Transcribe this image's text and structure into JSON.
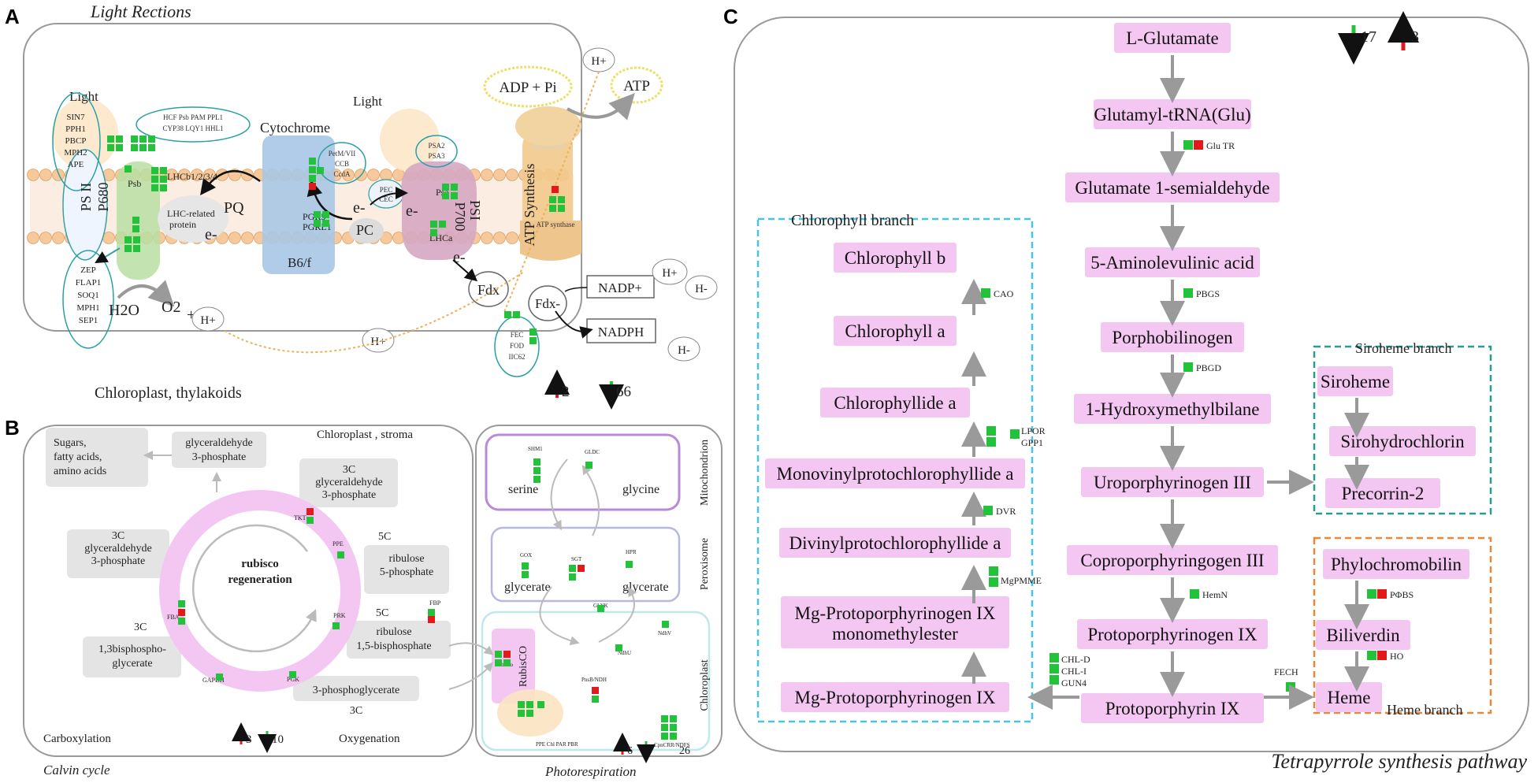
{
  "panel_labels": {
    "a": "A",
    "b": "B",
    "c": "C"
  },
  "panelA": {
    "title": "Light Rections",
    "footer": "Chloroplast, thylakoids",
    "up_count": "2",
    "down_count": "66",
    "labels": {
      "light1": "Light",
      "light2": "Light",
      "psii_genes": [
        "SIN7",
        "PPH1",
        "PBCP",
        "MPH2",
        "APE"
      ],
      "hcf_genes": [
        "HCF Psb PAM PPL1",
        "CYP38 LQY1 HHL1"
      ],
      "psii": "PS II",
      "p680": "P680",
      "psb": "Psb",
      "lhcb": "LHCb1/2/3/4",
      "lhc_related": "LHC-related",
      "protein": "protein",
      "pq": "PQ",
      "e1": "e-",
      "cytochrome": "Cytochrome",
      "b6f": "B6/f",
      "petm": [
        "PetM/VII",
        "CCB",
        "CcdA"
      ],
      "pgr": [
        "PGR5",
        "PGRL1"
      ],
      "pc": "PC",
      "e2": "e-",
      "pec": [
        "PEC",
        "CEC"
      ],
      "psa_genes": [
        "PSA2",
        "PSA3"
      ],
      "psa": "Psa",
      "psi": "PSI",
      "p700": "P700",
      "lhca": "LHCa",
      "e3": "e-",
      "e4": "e-",
      "fdx": "Fdx",
      "fdx2": "Fdx-",
      "atp_synthesis": "ATP Synthesis",
      "atp_synthase": "ATP synthase",
      "adp": "ADP + Pi",
      "atp": "ATP",
      "hplus": "H+",
      "nadp": "NADP+",
      "nadph": "NADPH",
      "hminus": "H-",
      "zep_genes": [
        "ZEP",
        "FLAP1",
        "SOQ1",
        "MPH1",
        "SEP1"
      ],
      "h2o": "H2O",
      "o2": "O2",
      "plus": "+",
      "hplus2": "H+",
      "fec_genes": [
        "FEC",
        "FOD",
        "IIC62"
      ]
    }
  },
  "panelB": {
    "stroma": "Chloroplast , stroma",
    "sugars": [
      "Sugars,",
      "fatty acids,",
      "amino acids"
    ],
    "g3p_top": [
      "glyceraldehyde",
      "3-phosphate"
    ],
    "c3_g3p": [
      "3C",
      "glyceraldehyde",
      "3-phosphate"
    ],
    "c3_left": [
      "3C",
      "glyceraldehyde",
      "3-phosphate"
    ],
    "c5_r5p": [
      "5C",
      "ribulose",
      "5-phosphate"
    ],
    "c5_rubp": [
      "5C",
      "ribulose",
      "1,5-bisphosphate"
    ],
    "c3_bpg": [
      "3C",
      "1,3bisphospho-",
      "glycerate"
    ],
    "pga": [
      "3-phosphoglycerate",
      "3C"
    ],
    "rubisco": [
      "rubisco",
      "regeneration"
    ],
    "enzymes": [
      "TKT",
      "FBA",
      "PPE",
      "FBP",
      "PRK",
      "PGK",
      "GAPDH"
    ],
    "carboxylation": "Carboxylation",
    "oxygenation": "Oxygenation",
    "calvin": "Calvin cycle",
    "up_count": "3",
    "down_count": "10",
    "mito": "Mitochondrion",
    "perox": "Peroxisome",
    "chloro": "Chloroplast",
    "serine": "serine",
    "glycine": "glycine",
    "glycerate1": "glycerate",
    "glycerate2": "glycerate",
    "rubisco_box": "RubisCO",
    "pr_enzymes": [
      "SHM1",
      "GLDC",
      "GOX",
      "SGT",
      "HPR",
      "GLYK",
      "NdhV",
      "NdhU",
      "PnsB/NDH",
      "CpnCRR/NDFS",
      "PPE Chl PAR PBR",
      "Rubisco"
    ],
    "photoresp": "Photorespiration",
    "pr_up": "6",
    "pr_down": "26"
  },
  "panelC": {
    "title": "Tetrapyrrole synthesis pathway",
    "down_count": "17",
    "up_count": "3",
    "main_nodes": [
      "L-Glutamate",
      "Glutamyl-tRNA(Glu)",
      "Glutamate 1-semialdehyde",
      "5-Aminolevulinic acid",
      "Porphobilinogen",
      "1-Hydroxymethylbilane",
      "Uroporphyrinogen III",
      "Coproporphyringogen III",
      "Protoporphyrinogen IX",
      "Protoporphyrin IX"
    ],
    "main_genes": [
      "Glu TR",
      "PBGS",
      "PBGD",
      "HemN",
      "FECH"
    ],
    "chl_title": "Chlorophyll branch",
    "chl_nodes": [
      "Chlorophyll b",
      "Chlorophyll a",
      "Chlorophyllide a",
      "Monovinylprotochlorophyllide a",
      "Divinylprotochlorophyllide a",
      "Mg-Protoporphyrinogen IX",
      "monomethylester",
      "Mg-Protoporphyrinogen IX"
    ],
    "chl_genes": [
      "CAO",
      "LPOR",
      "GPP1",
      "DVR",
      "MgPMME",
      "CHL-D",
      "CHL-I",
      "GUN4"
    ],
    "siro_title": "Siroheme branch",
    "siro_nodes": [
      "Siroheme",
      "Sirohydrochlorin",
      "Precorrin-2"
    ],
    "heme_title": "Heme branch",
    "heme_nodes": [
      "Phylochromobilin",
      "Biliverdin",
      "Heme"
    ],
    "heme_genes": [
      "PΦBS",
      "HO"
    ]
  },
  "colors": {
    "up": "#e31a1c",
    "down": "#22c33a",
    "node": "#f4c6f2",
    "arrow": "#999999",
    "cyan": "#45c6e6",
    "teal": "#2a9a94",
    "orange": "#e8883a"
  }
}
